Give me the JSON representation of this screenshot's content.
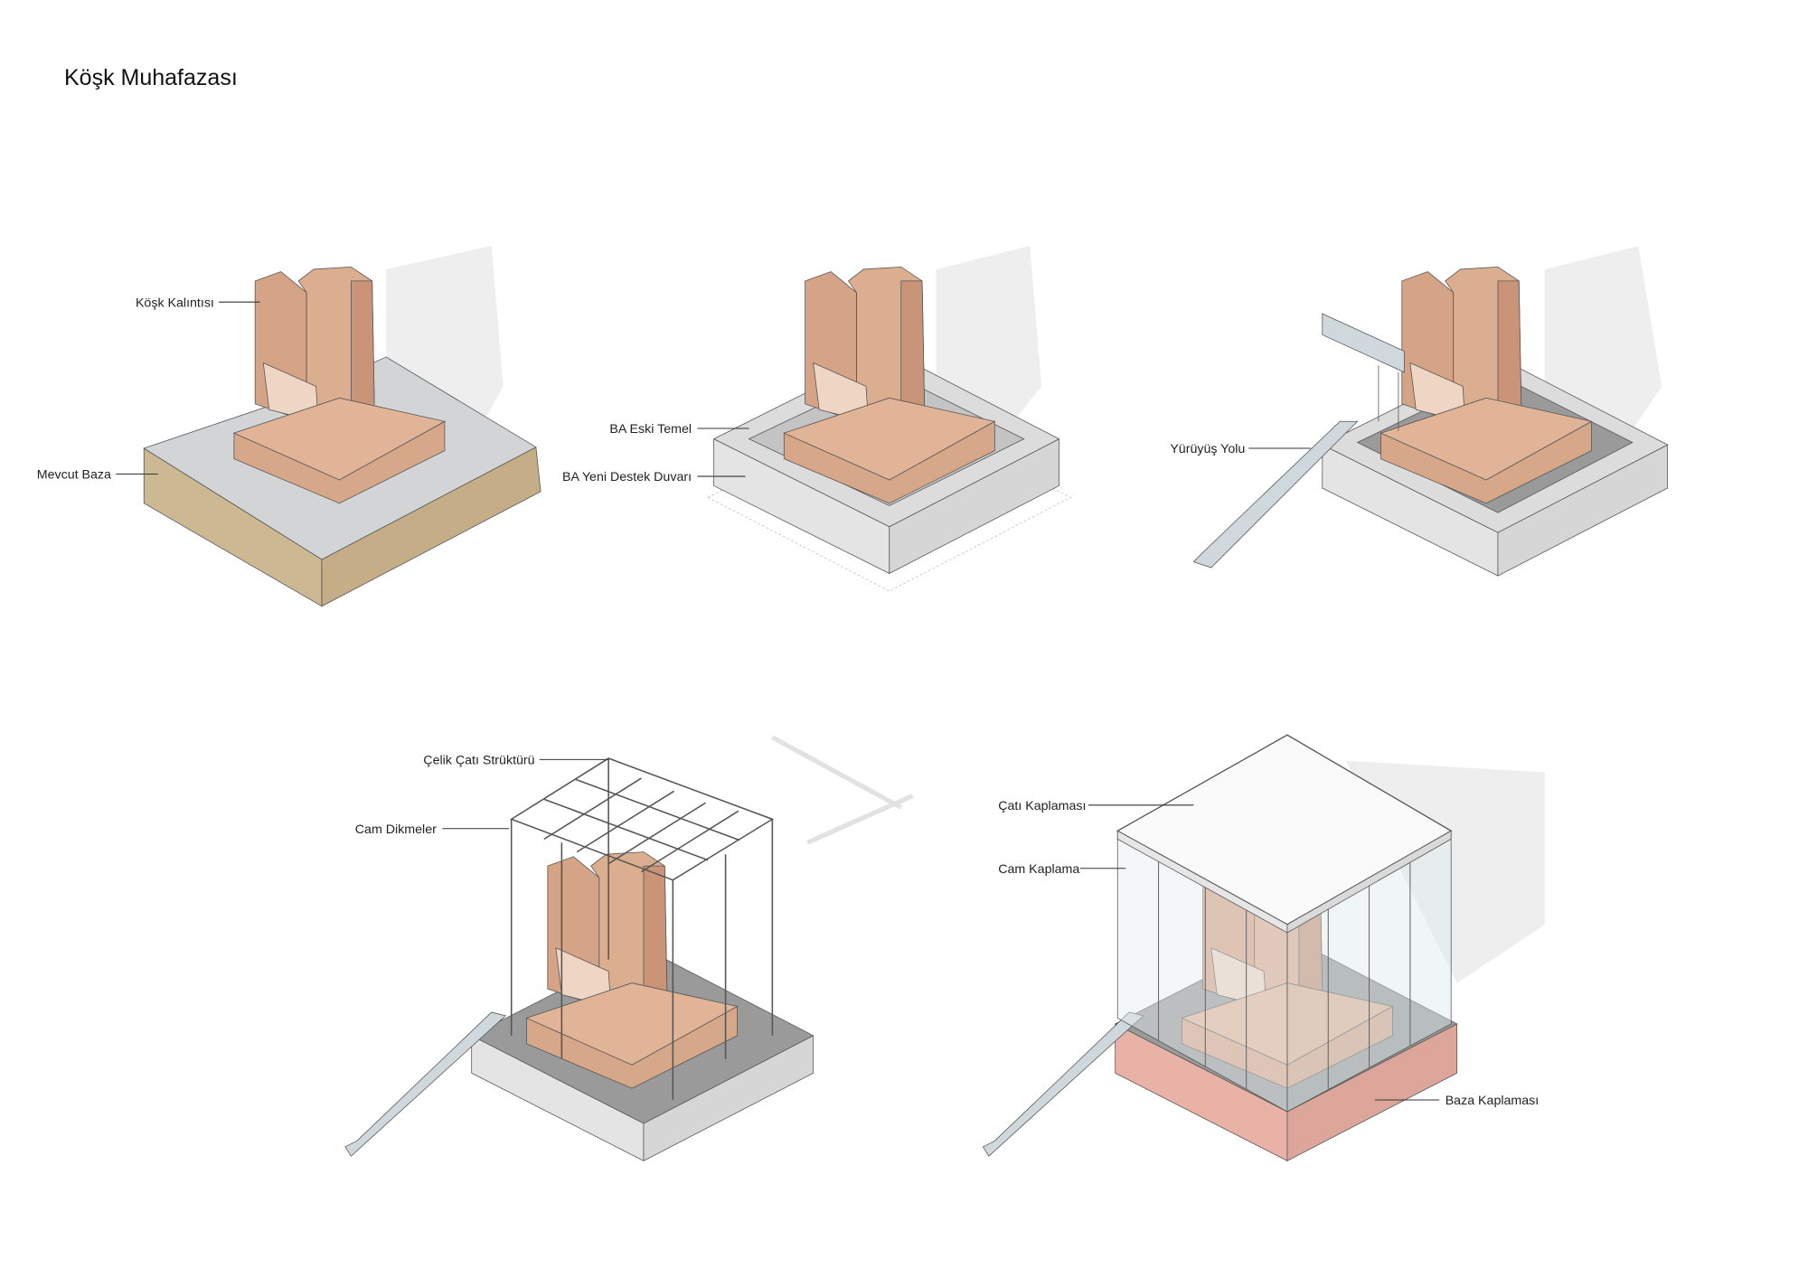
{
  "title": "Köşk Muhafazası",
  "labels": {
    "kosk_kalintisi": "Köşk Kalıntısı",
    "mevcut_baza": "Mevcut Baza",
    "ba_eski_temel": "BA Eski Temel",
    "ba_yeni_destek_duvari": "BA Yeni Destek Duvarı",
    "yuruyus_yolu": "Yürüyüş Yolu",
    "celik_cati_strukturu": "Çelik Çatı Strüktürü",
    "cam_dikmeler": "Cam Dikmeler",
    "cati_kaplamasi": "Çatı Kaplaması",
    "cam_kaplama": "Cam Kaplama",
    "baza_kaplamasi": "Baza Kaplaması"
  },
  "colors": {
    "stone": "#d9a98a",
    "stone_dark": "#c99478",
    "concrete": "#ececec",
    "ground": "#cdb894",
    "base_clad": "#e8b3a6",
    "shadow": "#ebebeb"
  }
}
